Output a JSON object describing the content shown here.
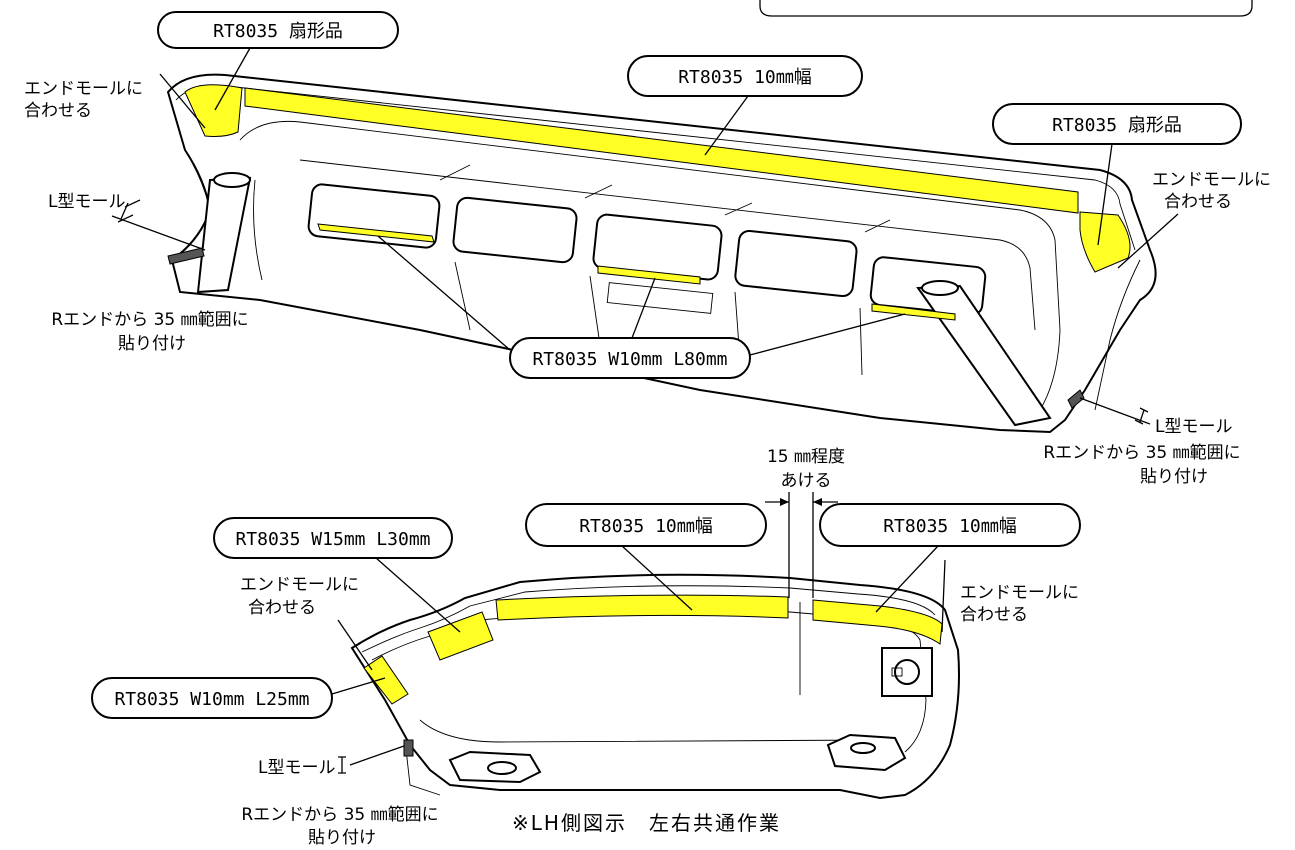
{
  "colors": {
    "tape": "#ffff26",
    "line": "#000000",
    "background": "#ffffff"
  },
  "top": {
    "callout_fan_left": "RT8035 扇形品",
    "callout_10mm": "RT8035 10㎜幅",
    "callout_fan_right": "RT8035 扇形品",
    "callout_w10_l80": "RT8035 W10mm L80mm",
    "end_mold_left_1": "エンドモールに",
    "end_mold_left_2": "合わせる",
    "end_mold_right_1": "エンドモールに",
    "end_mold_right_2": "合わせる",
    "l_mold_left": "L型モール",
    "l_mold_right": "L型モール",
    "r_end_left_1": "Rエンドから 35 ㎜範囲に",
    "r_end_left_2": "貼り付け",
    "r_end_right_1": "Rエンドから 35 ㎜範囲に",
    "r_end_right_2": "貼り付け"
  },
  "bottom": {
    "gap_1": "15 ㎜程度",
    "gap_2": "あける",
    "callout_w15_l30": "RT8035 W15mm L30mm",
    "callout_10mm_left": "RT8035 10㎜幅",
    "callout_10mm_right": "RT8035 10㎜幅",
    "callout_w10_l25": "RT8035 W10mm L25mm",
    "end_mold_left_1": "エンドモールに",
    "end_mold_left_2": "合わせる",
    "end_mold_right_1": "エンドモールに",
    "end_mold_right_2": "合わせる",
    "l_mold": "L型モール",
    "r_end_1": "Rエンドから 35 ㎜範囲に",
    "r_end_2": "貼り付け",
    "note": "※LH側図示　左右共通作業"
  }
}
